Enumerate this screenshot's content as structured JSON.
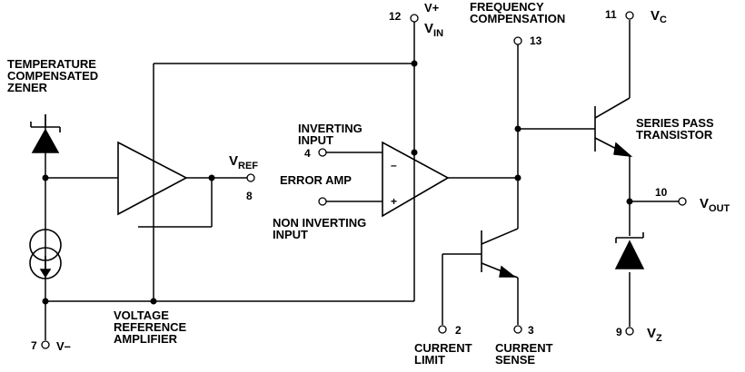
{
  "pins": {
    "p12": {
      "number": "12",
      "name": "V+"
    },
    "vin": "V",
    "vin_sub": "IN",
    "p13": {
      "number": "13"
    },
    "p11": {
      "number": "11",
      "name": "V",
      "sub": "C"
    },
    "vref": "V",
    "vref_sub": "REF",
    "p8": {
      "number": "8"
    },
    "p4": {
      "number": "4"
    },
    "p10": {
      "number": "10",
      "name": "V",
      "sub": "OUT"
    },
    "p7": {
      "number": "7",
      "name": "V–"
    },
    "p2": {
      "number": "2"
    },
    "p3": {
      "number": "3"
    },
    "p9": {
      "number": "9",
      "name": "V",
      "sub": "Z"
    }
  },
  "labels": {
    "zener": [
      "TEMPERATURE",
      "COMPENSATED",
      "ZENER"
    ],
    "frequency": [
      "FREQUENCY",
      "COMPENSATION"
    ],
    "inverting": [
      "INVERTING",
      "INPUT"
    ],
    "error_amp": "ERROR AMP",
    "non_inverting": [
      "NON INVERTING",
      "INPUT"
    ],
    "series_pass": [
      "SERIES PASS",
      "TRANSISTOR"
    ],
    "voltage_ref": [
      "VOLTAGE",
      "REFERENCE",
      "AMPLIFIER"
    ],
    "current_limit": [
      "CURRENT",
      "LIMIT"
    ],
    "current_sense": [
      "CURRENT",
      "SENSE"
    ],
    "minus_sign": "–",
    "plus_sign": "+"
  }
}
